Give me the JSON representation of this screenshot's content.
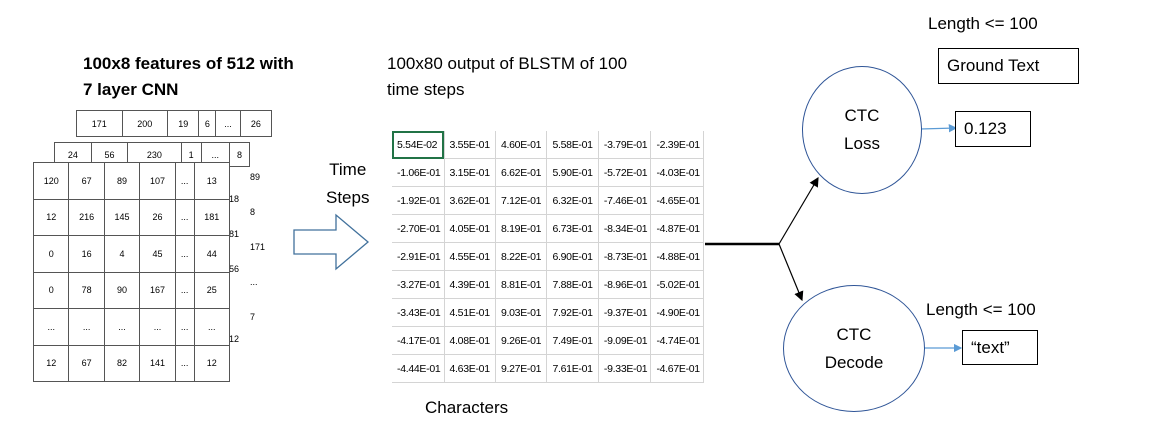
{
  "cnn": {
    "title_line1": "100x8 features of 512 with",
    "title_line2": "7 layer CNN",
    "back_row": [
      "171",
      "200",
      "19",
      "6",
      "...",
      "26"
    ],
    "mid_row": [
      "24",
      "56",
      "230",
      "1",
      "...",
      "8"
    ],
    "mid_side": [
      "89",
      "8",
      "171",
      "...",
      "7"
    ],
    "back_side": [
      "18",
      "81",
      "56",
      "12"
    ],
    "front_rows": [
      [
        "120",
        "67",
        "89",
        "107",
        "...",
        "13"
      ],
      [
        "12",
        "216",
        "145",
        "26",
        "...",
        "181"
      ],
      [
        "0",
        "16",
        "4",
        "45",
        "...",
        "44"
      ],
      [
        "0",
        "78",
        "90",
        "167",
        "...",
        "25"
      ],
      [
        "...",
        "...",
        "...",
        "...",
        "...",
        "..."
      ],
      [
        "12",
        "67",
        "82",
        "141",
        "...",
        "12"
      ]
    ]
  },
  "arrow": {
    "label_line1": "Time",
    "label_line2": "Steps"
  },
  "blstm": {
    "title_line1": "100x80  output of BLSTM of 100",
    "title_line2": "time steps",
    "x_label": "Characters",
    "rows": [
      [
        "5.54E-02",
        "3.55E-01",
        "4.60E-01",
        "5.58E-01",
        "-3.79E-01",
        "-2.39E-01"
      ],
      [
        "-1.06E-01",
        "3.15E-01",
        "6.62E-01",
        "5.90E-01",
        "-5.72E-01",
        "-4.03E-01"
      ],
      [
        "-1.92E-01",
        "3.62E-01",
        "7.12E-01",
        "6.32E-01",
        "-7.46E-01",
        "-4.65E-01"
      ],
      [
        "-2.70E-01",
        "4.05E-01",
        "8.19E-01",
        "6.73E-01",
        "-8.34E-01",
        "-4.87E-01"
      ],
      [
        "-2.91E-01",
        "4.55E-01",
        "8.22E-01",
        "6.90E-01",
        "-8.73E-01",
        "-4.88E-01"
      ],
      [
        "-3.27E-01",
        "4.39E-01",
        "8.81E-01",
        "7.88E-01",
        "-8.96E-01",
        "-5.02E-01"
      ],
      [
        "-3.43E-01",
        "4.51E-01",
        "9.03E-01",
        "7.92E-01",
        "-9.37E-01",
        "-4.90E-01"
      ],
      [
        "-4.17E-01",
        "4.08E-01",
        "9.26E-01",
        "7.49E-01",
        "-9.09E-01",
        "-4.74E-01"
      ],
      [
        "-4.44E-01",
        "4.63E-01",
        "9.27E-01",
        "7.61E-01",
        "-9.33E-01",
        "-4.67E-01"
      ]
    ]
  },
  "ctc_loss": {
    "label_line1": "CTC",
    "label_line2": "Loss",
    "length_label": "Length <= 100",
    "ground_text": "Ground Text",
    "output": "0.123"
  },
  "ctc_decode": {
    "label_line1": "CTC",
    "label_line2": "Decode",
    "length_label": "Length <= 100",
    "output": "“text”"
  },
  "colors": {
    "circle_border": "#2f5597",
    "arrow_blue": "#5b9bd5",
    "selection": "#217346"
  }
}
